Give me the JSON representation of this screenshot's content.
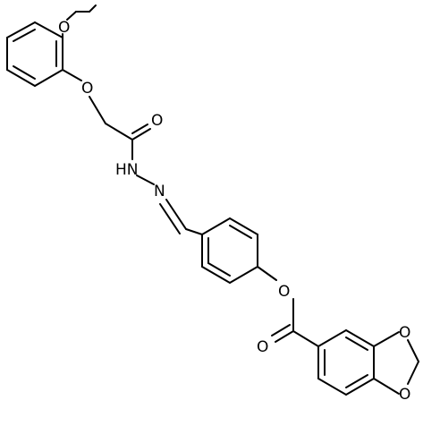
{
  "atom_labels": {
    "o_ethoxy": "O",
    "o_ether": "O",
    "o_carbonyl_amide": "O",
    "nh": "HN",
    "n_imine": "N",
    "o_ester": "O",
    "o_carbonyl_ester": "O",
    "o_dioxole_top": "O",
    "o_dioxole_bottom": "O"
  }
}
